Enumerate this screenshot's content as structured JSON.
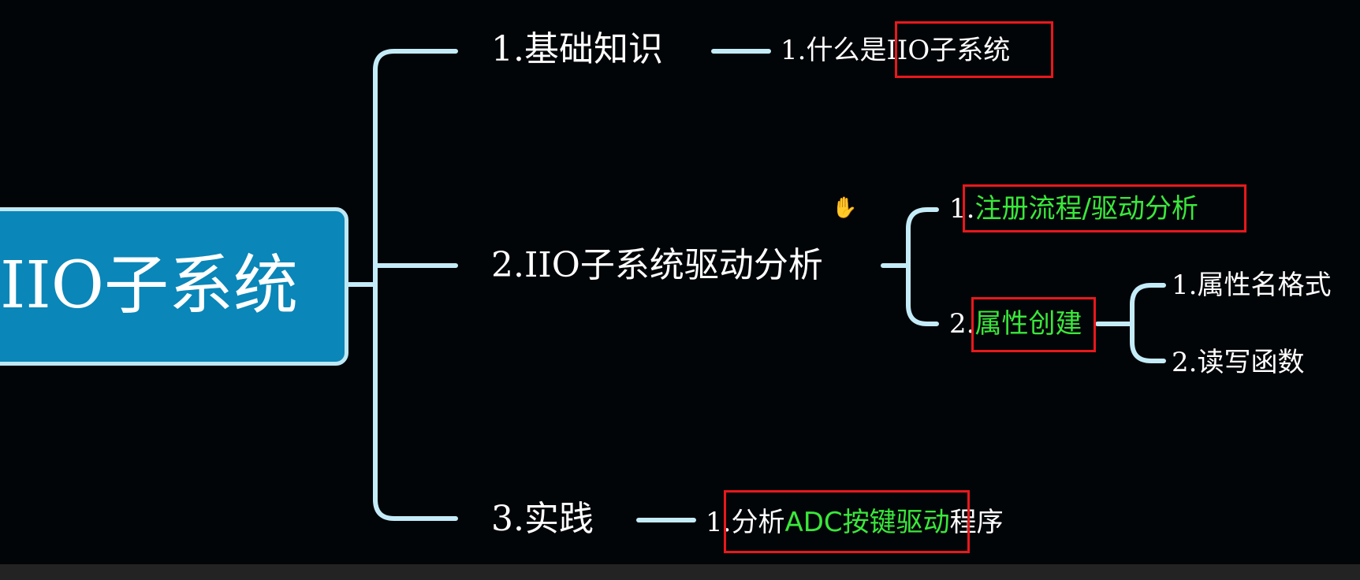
{
  "root": {
    "label": "IIO子系统"
  },
  "branches": [
    {
      "label": "1.基础知识",
      "children": [
        {
          "prefix": "1.什么是",
          "highlight": "IIO子系统",
          "suffix": ""
        }
      ]
    },
    {
      "label": "2.IIO子系统驱动分析",
      "children": [
        {
          "prefix": "1.",
          "highlight": "注册流程/驱动分析",
          "suffix": ""
        },
        {
          "prefix": "2.",
          "highlight": "属性创建",
          "suffix": "",
          "children": [
            {
              "label": "1.属性名格式"
            },
            {
              "label": "2.读写函数"
            }
          ]
        }
      ]
    },
    {
      "label": "3.实践",
      "children": [
        {
          "prefix": "1.分析",
          "highlight": "ADC按键驱动",
          "suffix": "程序"
        }
      ]
    }
  ],
  "colors": {
    "background": "#020508",
    "connector": "#c4ecf8",
    "root_fill": "#0a86b8",
    "highlight_text": "#3ae83a",
    "annotation_box": "#e8181c"
  },
  "icons": {
    "cursor": "hand-cursor-icon"
  }
}
